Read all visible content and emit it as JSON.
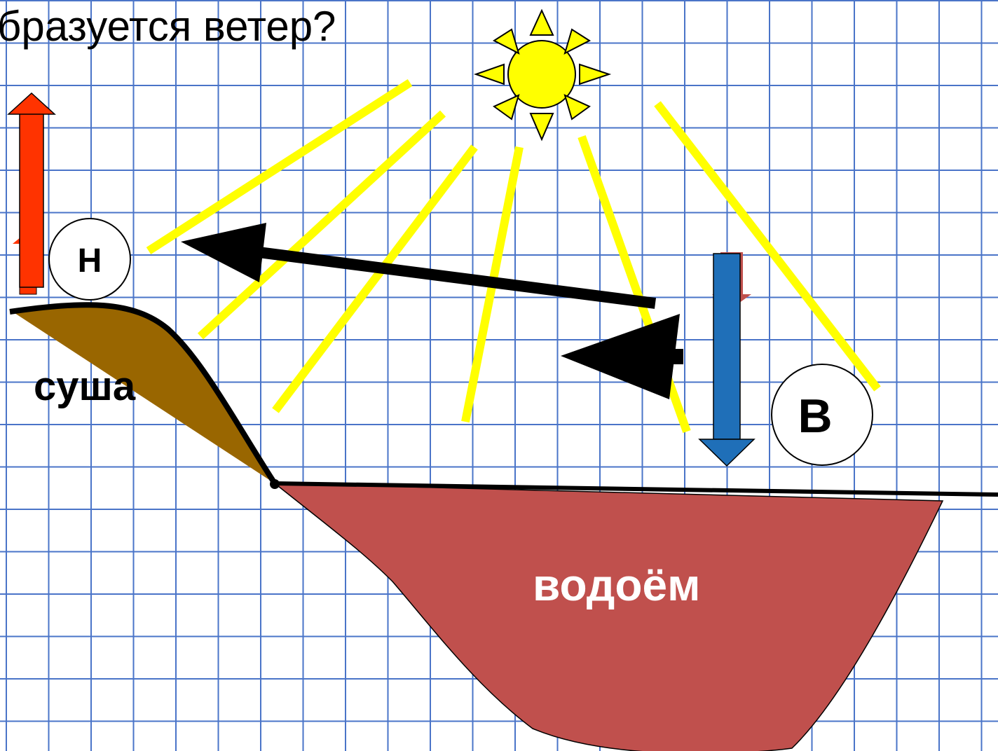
{
  "title": "бразуется ветер?",
  "labels": {
    "land": "суша",
    "water": "водоём",
    "low_pressure": "Н",
    "high_pressure": "В"
  },
  "colors": {
    "grid": "#4a74c8",
    "land": "#996600",
    "water": "#c0504d",
    "sun": "#ffff00",
    "warm_arrow": "#ff3300",
    "cold_arrow": "#1f6fb8",
    "wind_arrow": "#000000"
  },
  "icons": {
    "sun": "sun-icon",
    "warm_air": "arrow-up-icon",
    "cold_air": "arrow-down-icon",
    "wind": "arrow-left-icon"
  }
}
